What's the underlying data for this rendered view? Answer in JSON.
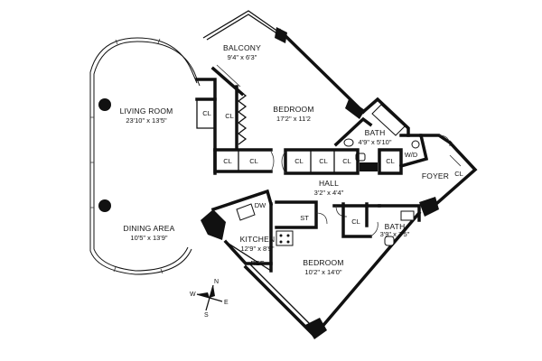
{
  "rooms": {
    "balcony": {
      "name": "BALCONY",
      "dims": "9'4\" x 6'3\""
    },
    "living_room": {
      "name": "LIVING ROOM",
      "dims": "23'10\" x 13'5\""
    },
    "bedroom_1": {
      "name": "BEDROOM",
      "dims": "17'2\" x 11'2"
    },
    "bath_1": {
      "name": "BATH",
      "dims": "4'9\" x 5'10\""
    },
    "hall": {
      "name": "HALL",
      "dims": "3'2\" x 4'4\""
    },
    "foyer": {
      "name": "FOYER"
    },
    "dining_area": {
      "name": "DINING AREA",
      "dims": "10'5\" x 13'9\""
    },
    "kitchen": {
      "name": "KITCHEN",
      "dims": "12'9\" x 8'9\""
    },
    "bedroom_2": {
      "name": "BEDROOM",
      "dims": "10'2\" x 14'0\""
    },
    "bath_2": {
      "name": "BATH",
      "dims": "3'9\" x 7'5\""
    }
  },
  "labels": {
    "closet": "CL",
    "dishwasher": "DW",
    "refrigerator": "REF",
    "storage": "ST",
    "washer_dryer": "W/D"
  },
  "compass": {
    "n": "N",
    "e": "E",
    "s": "S",
    "w": "W"
  }
}
